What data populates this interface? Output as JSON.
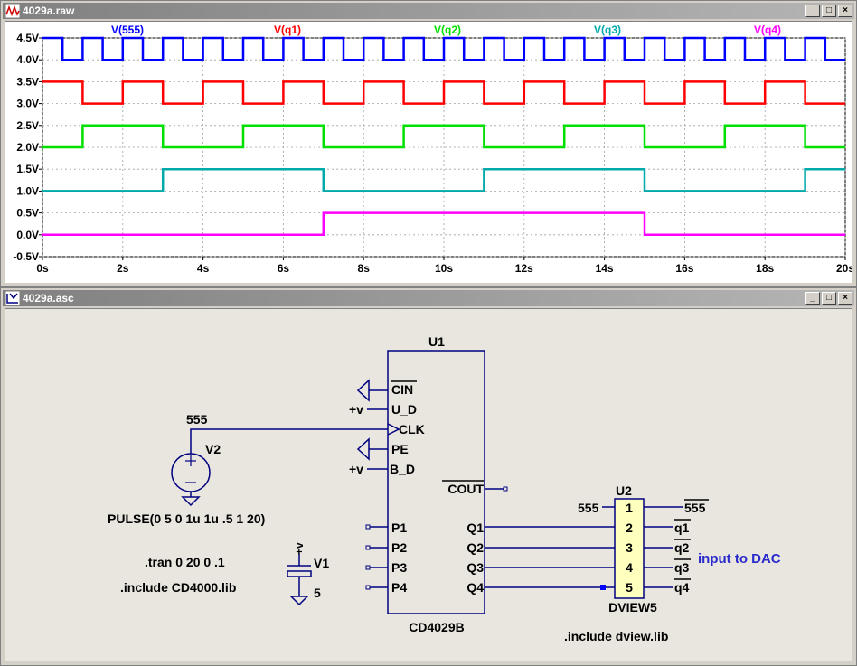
{
  "plot_window": {
    "title": "4029a.raw",
    "buttons": {
      "minimize": "_",
      "maximize": "□",
      "close": "×"
    }
  },
  "schematic_window": {
    "title": "4029a.asc",
    "buttons": {
      "minimize": "_",
      "maximize": "□",
      "close": "×"
    }
  },
  "chart_data": {
    "type": "line",
    "title": "",
    "xlabel": "",
    "ylabel": "",
    "x_range": [
      0,
      20
    ],
    "y_range": [
      -0.5,
      4.5
    ],
    "grid": true,
    "x_ticks": [
      "0s",
      "2s",
      "4s",
      "6s",
      "8s",
      "10s",
      "12s",
      "14s",
      "16s",
      "18s",
      "20s"
    ],
    "y_ticks": [
      "4.5V",
      "4.0V",
      "3.5V",
      "3.0V",
      "2.5V",
      "2.0V",
      "1.5V",
      "1.0V",
      "0.5V",
      "0.0V",
      "-0.5V"
    ],
    "series": [
      {
        "name": "V(555)",
        "color": "#0000ff",
        "low": 4.0,
        "high": 4.5,
        "start_high": true,
        "transitions": [
          0.5,
          1,
          1.5,
          2,
          2.5,
          3,
          3.5,
          4,
          4.5,
          5,
          5.5,
          6,
          6.5,
          7,
          7.5,
          8,
          8.5,
          9,
          9.5,
          10,
          10.5,
          11,
          11.5,
          12,
          12.5,
          13,
          13.5,
          14,
          14.5,
          15,
          15.5,
          16,
          16.5,
          17,
          17.5,
          18,
          18.5,
          19,
          19.5
        ]
      },
      {
        "name": "V(q1)",
        "color": "#ff0000",
        "low": 3.0,
        "high": 3.5,
        "start_high": true,
        "transitions": [
          1,
          2,
          3,
          4,
          5,
          6,
          7,
          8,
          9,
          10,
          11,
          12,
          13,
          14,
          15,
          16,
          17,
          18,
          19
        ]
      },
      {
        "name": "V(q2)",
        "color": "#00e000",
        "low": 2.0,
        "high": 2.5,
        "start_high": false,
        "transitions": [
          1,
          3,
          5,
          7,
          9,
          11,
          13,
          15,
          17,
          19
        ]
      },
      {
        "name": "V(q3)",
        "color": "#00aaaa",
        "low": 1.0,
        "high": 1.5,
        "start_high": false,
        "transitions": [
          3,
          7,
          11,
          15,
          19
        ]
      },
      {
        "name": "V(q4)",
        "color": "#ff00ff",
        "low": 0.0,
        "high": 0.5,
        "start_high": false,
        "transitions": [
          7,
          15
        ]
      }
    ]
  },
  "schematic": {
    "u1": {
      "ref": "U1",
      "part": "CD4029B",
      "pins_left": [
        "CIN",
        "U_D",
        "CLK",
        "PE",
        "B_D",
        "P1",
        "P2",
        "P3",
        "P4"
      ],
      "pins_right": [
        "COUT",
        "Q1",
        "Q2",
        "Q3",
        "Q4"
      ]
    },
    "u2": {
      "ref": "U2",
      "part": "DVIEW5",
      "pin_numbers": [
        "1",
        "2",
        "3",
        "4",
        "5"
      ],
      "input_net": "555",
      "outputs": [
        "555",
        "q1",
        "q2",
        "q3",
        "q4"
      ]
    },
    "plus_v_1": "+v",
    "plus_v_2": "+v",
    "plus_v_3": "+v",
    "net_555": "555",
    "v2": {
      "name": "V2",
      "value": "PULSE(0 5 0 1u 1u .5 1 20)"
    },
    "v1": {
      "name": "V1",
      "value": "5"
    },
    "directives": [
      ".tran 0 20 0 .1",
      ".include CD4000.lib",
      ".include dview.lib"
    ],
    "comment": "input to DAC"
  }
}
